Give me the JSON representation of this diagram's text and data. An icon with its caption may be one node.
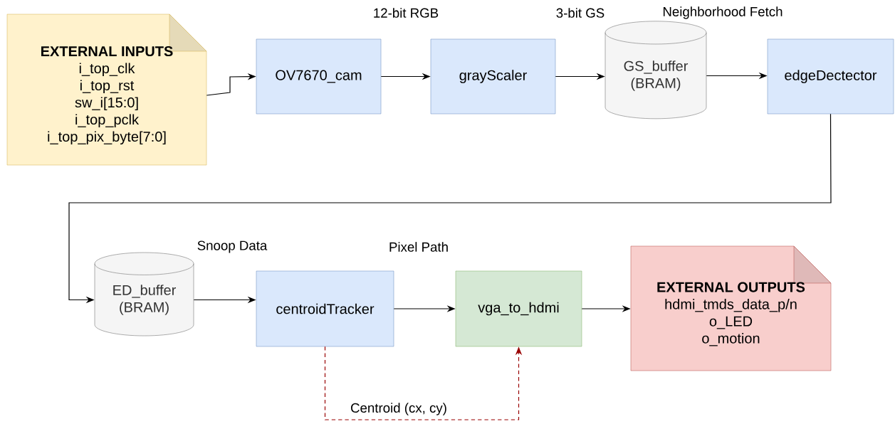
{
  "diagram": {
    "nodes": [
      {
        "text": [
          "EXTERNAL INPUTS",
          "i_top_clk",
          "i_top_rst",
          "sw_i[15:0]",
          "i_top_pclk",
          "i_top_pix_byte[7:0]"
        ]
      },
      {
        "text": [
          "OV7670_cam"
        ]
      },
      {
        "text": [
          "grayScaler"
        ]
      },
      {
        "text": [
          "GS_buffer (BRAM)"
        ]
      },
      {
        "text": [
          "edgeDectector"
        ]
      },
      {
        "text": [
          "ED_buffer (BRAM)"
        ]
      },
      {
        "text": [
          "centroidTracker"
        ]
      },
      {
        "text": [
          "vga_to_hdmi"
        ]
      },
      {
        "text": [
          "EXTERNAL OUTPUTS",
          "hdmi_tmds_data_p/n",
          "o_LED",
          "o_motion"
        ]
      }
    ],
    "edges": [
      {
        "from": 0,
        "to": 1,
        "arrow": "to"
      },
      {
        "from": 1,
        "to": 2,
        "arrow": "to",
        "label": "12-bit RGB"
      },
      {
        "from": 2,
        "to": 3,
        "arrow": "to",
        "label": "3-bit GS"
      },
      {
        "from": 3,
        "to": 4,
        "arrow": "to",
        "label": "Neighborhood Fetch"
      },
      {
        "from": 4,
        "to": 5,
        "arrow": "to"
      },
      {
        "from": 5,
        "to": 6,
        "arrow": "to",
        "label": "Snoop Data"
      },
      {
        "from": 6,
        "to": 7,
        "arrow": "to",
        "label": "Pixel Path"
      },
      {
        "from": 7,
        "to": 8,
        "arrow": "to"
      },
      {
        "from": 6,
        "to": 7,
        "arrow": "to",
        "label": "Centroid (cx, cy)",
        "style": "dashed",
        "color": "#990000"
      }
    ]
  }
}
